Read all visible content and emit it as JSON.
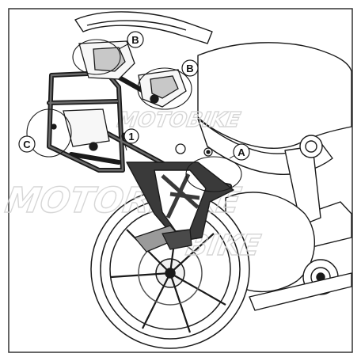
{
  "diagram": {
    "colors": {
      "outline": "#1a1a1a",
      "frame_fill": "#4a4a4a",
      "bracket_fill": "#3a3a3a",
      "part_fill": "#f7f7f7",
      "shade": "#9a9a9a",
      "watermark": "#d2d2d2",
      "border": "#333333"
    },
    "callouts": [
      {
        "id": "B",
        "label": "B"
      },
      {
        "id": "B2",
        "label": "B"
      },
      {
        "id": "C",
        "label": "C"
      },
      {
        "id": "1",
        "label": "1"
      },
      {
        "id": "A",
        "label": "A"
      }
    ],
    "watermark_text": {
      "primary": "MOTORBIKE",
      "overlay_top": "MOTOBIKE",
      "overlay_bottom": "BIKE"
    }
  }
}
